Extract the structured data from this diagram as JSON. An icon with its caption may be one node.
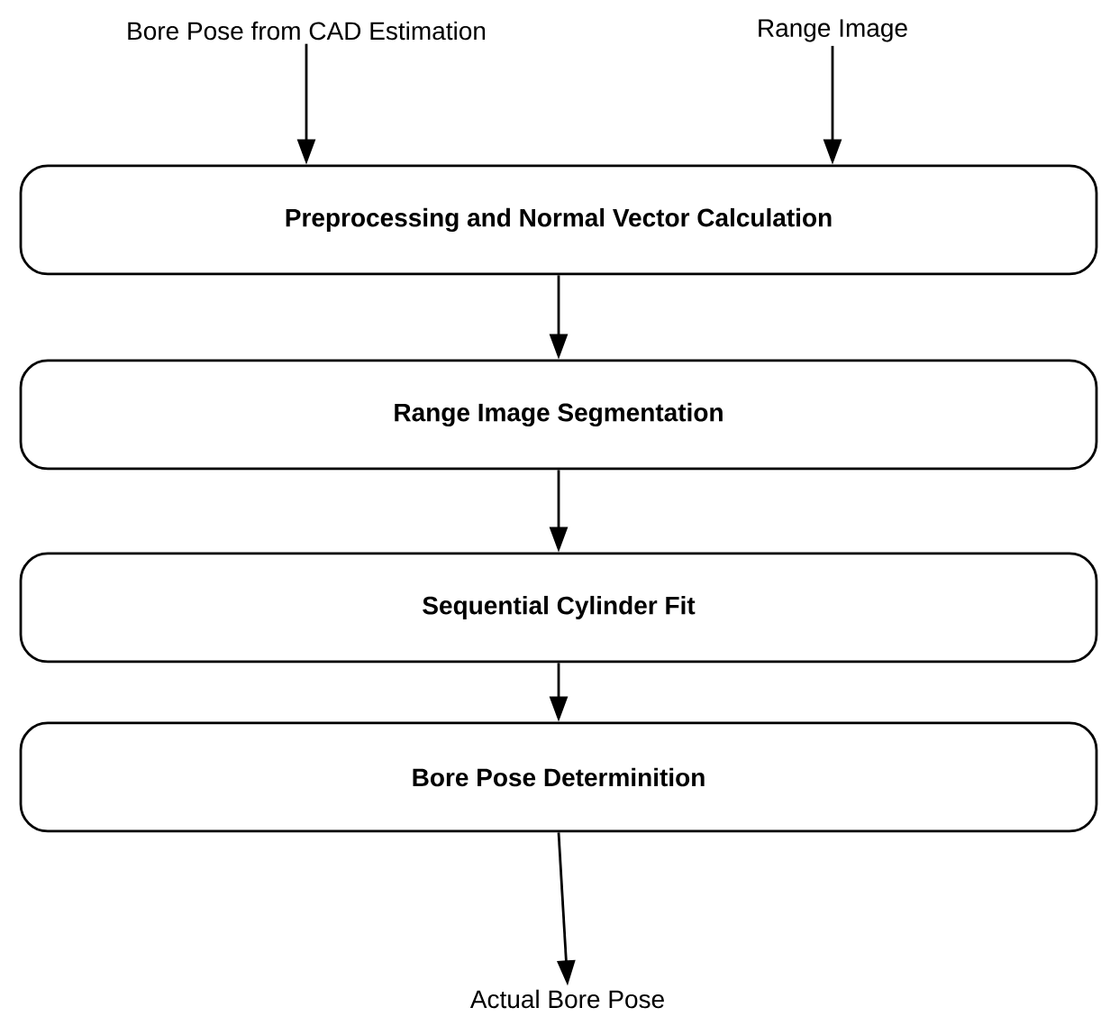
{
  "diagram": {
    "nodes": [
      {
        "text": [
          "Bore Pose from CAD Estimation"
        ]
      },
      {
        "text": [
          "Range Image"
        ]
      },
      {
        "text": [
          "Preprocessing and Normal Vector Calculation"
        ]
      },
      {
        "text": [
          "Range Image Segmentation"
        ]
      },
      {
        "text": [
          "Sequential Cylinder Fit"
        ]
      },
      {
        "text": [
          "Bore Pose Determinition"
        ]
      },
      {
        "text": [
          "Actual Bore Pose"
        ]
      }
    ],
    "edges": [
      {
        "from": 0,
        "to": 2,
        "arrow": "to"
      },
      {
        "from": 1,
        "to": 2,
        "arrow": "to"
      },
      {
        "from": 2,
        "to": 3,
        "arrow": "to"
      },
      {
        "from": 3,
        "to": 4,
        "arrow": "to"
      },
      {
        "from": 4,
        "to": 5,
        "arrow": "to"
      },
      {
        "from": 5,
        "to": 6,
        "arrow": "to"
      }
    ]
  }
}
